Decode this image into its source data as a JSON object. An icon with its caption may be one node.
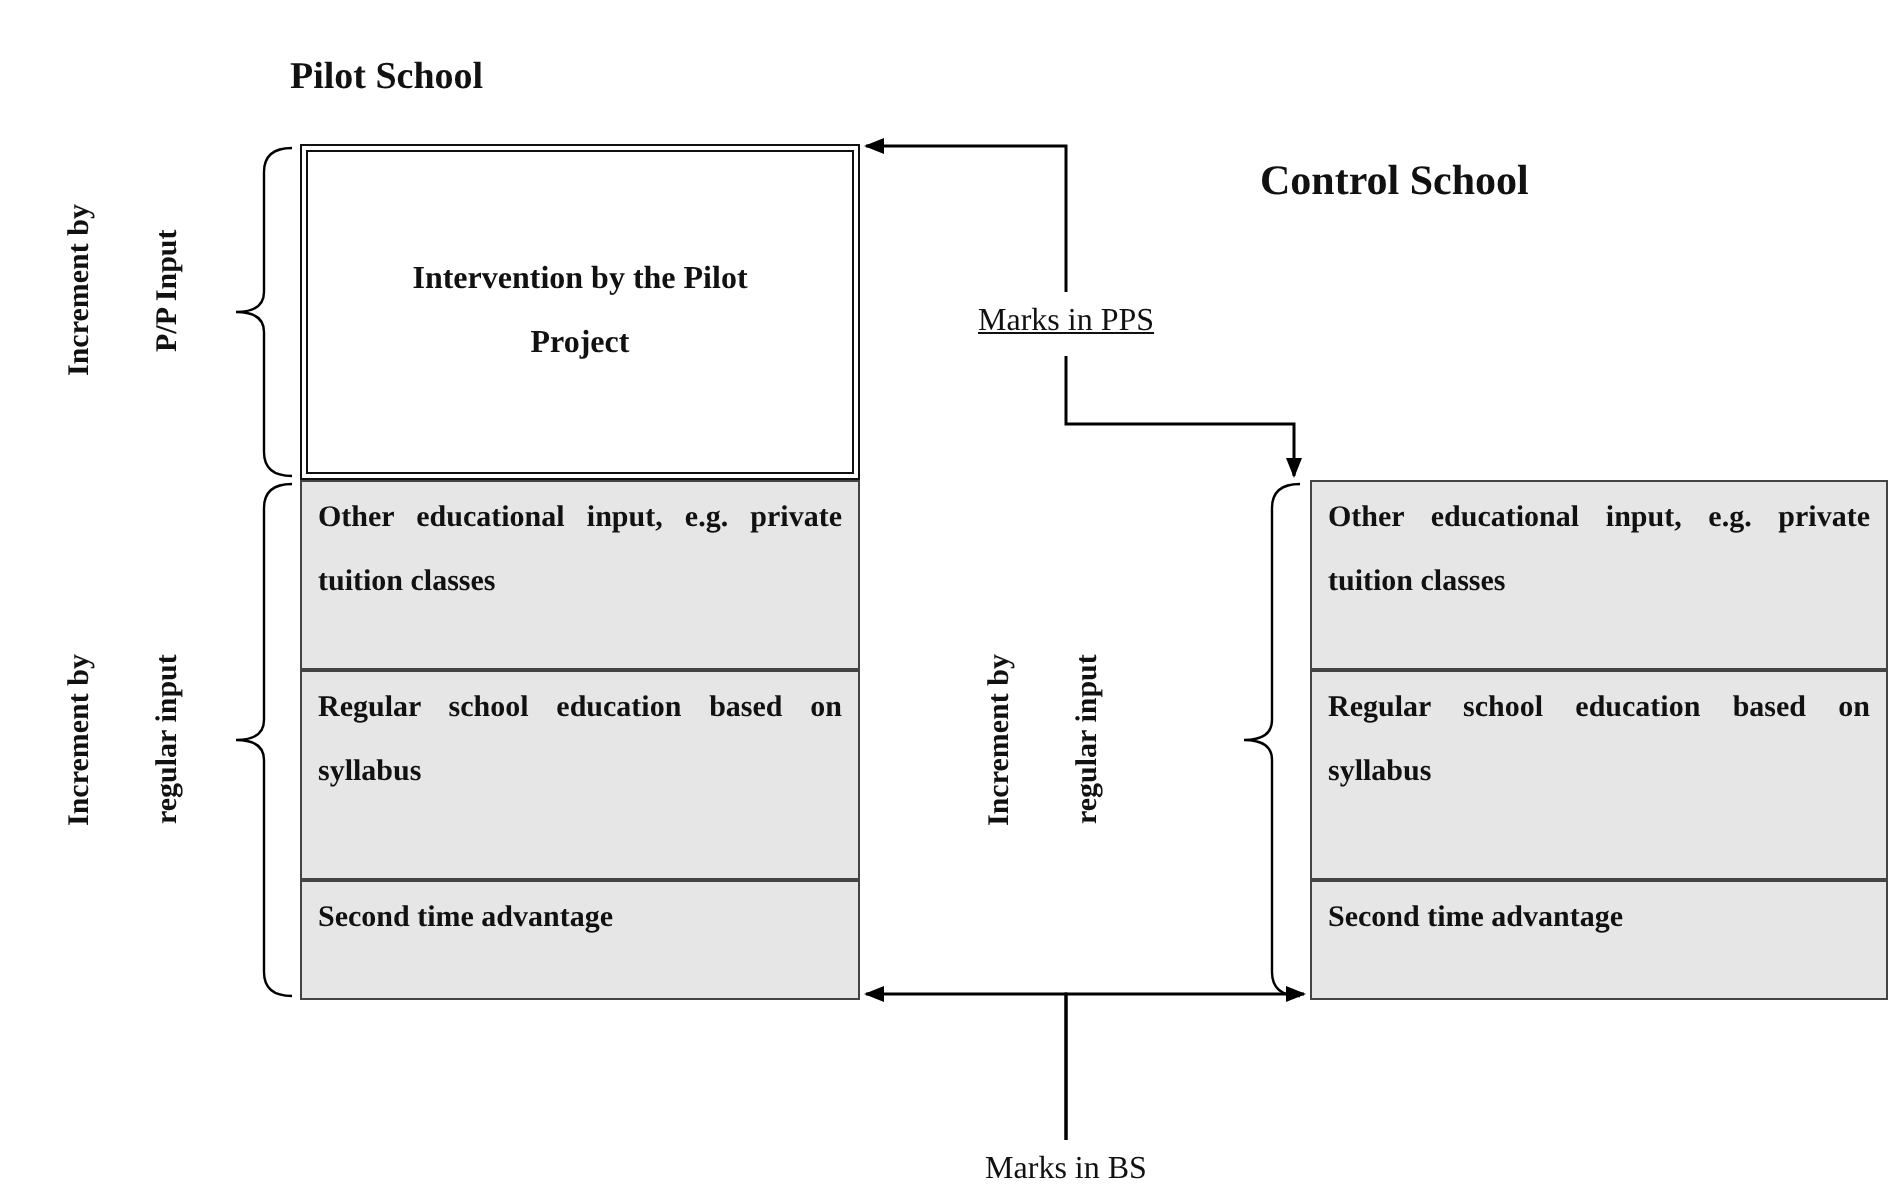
{
  "diagram": {
    "nodes": [
      {
        "text": [
          "Intervention by the Pilot Project"
        ]
      },
      {
        "text": [
          "Other educational input, e.g. private tuition classes"
        ]
      },
      {
        "text": [
          "Regular school education based on syllabus"
        ]
      },
      {
        "text": [
          "Second time advantage"
        ]
      },
      {
        "text": [
          "Other educational input, e.g. private tuition classes"
        ]
      },
      {
        "text": [
          "Regular school education based on syllabus"
        ]
      },
      {
        "text": [
          "Second time advantage"
        ]
      },
      {
        "text": [
          "Marks in PPS"
        ]
      },
      {
        "text": [
          "Marks in BS"
        ]
      }
    ],
    "edges": [
      {
        "from": 7,
        "to": 0,
        "arrow": "to"
      },
      {
        "from": 7,
        "to": 4,
        "arrow": "to"
      },
      {
        "from": 8,
        "to": 3,
        "arrow": "to"
      },
      {
        "from": 8,
        "to": 6,
        "arrow": "to"
      }
    ],
    "labels": [
      "Pilot School",
      "Increment by P/P Input",
      "Control School",
      "Increment by regular input",
      "Increment by regular input"
    ]
  }
}
